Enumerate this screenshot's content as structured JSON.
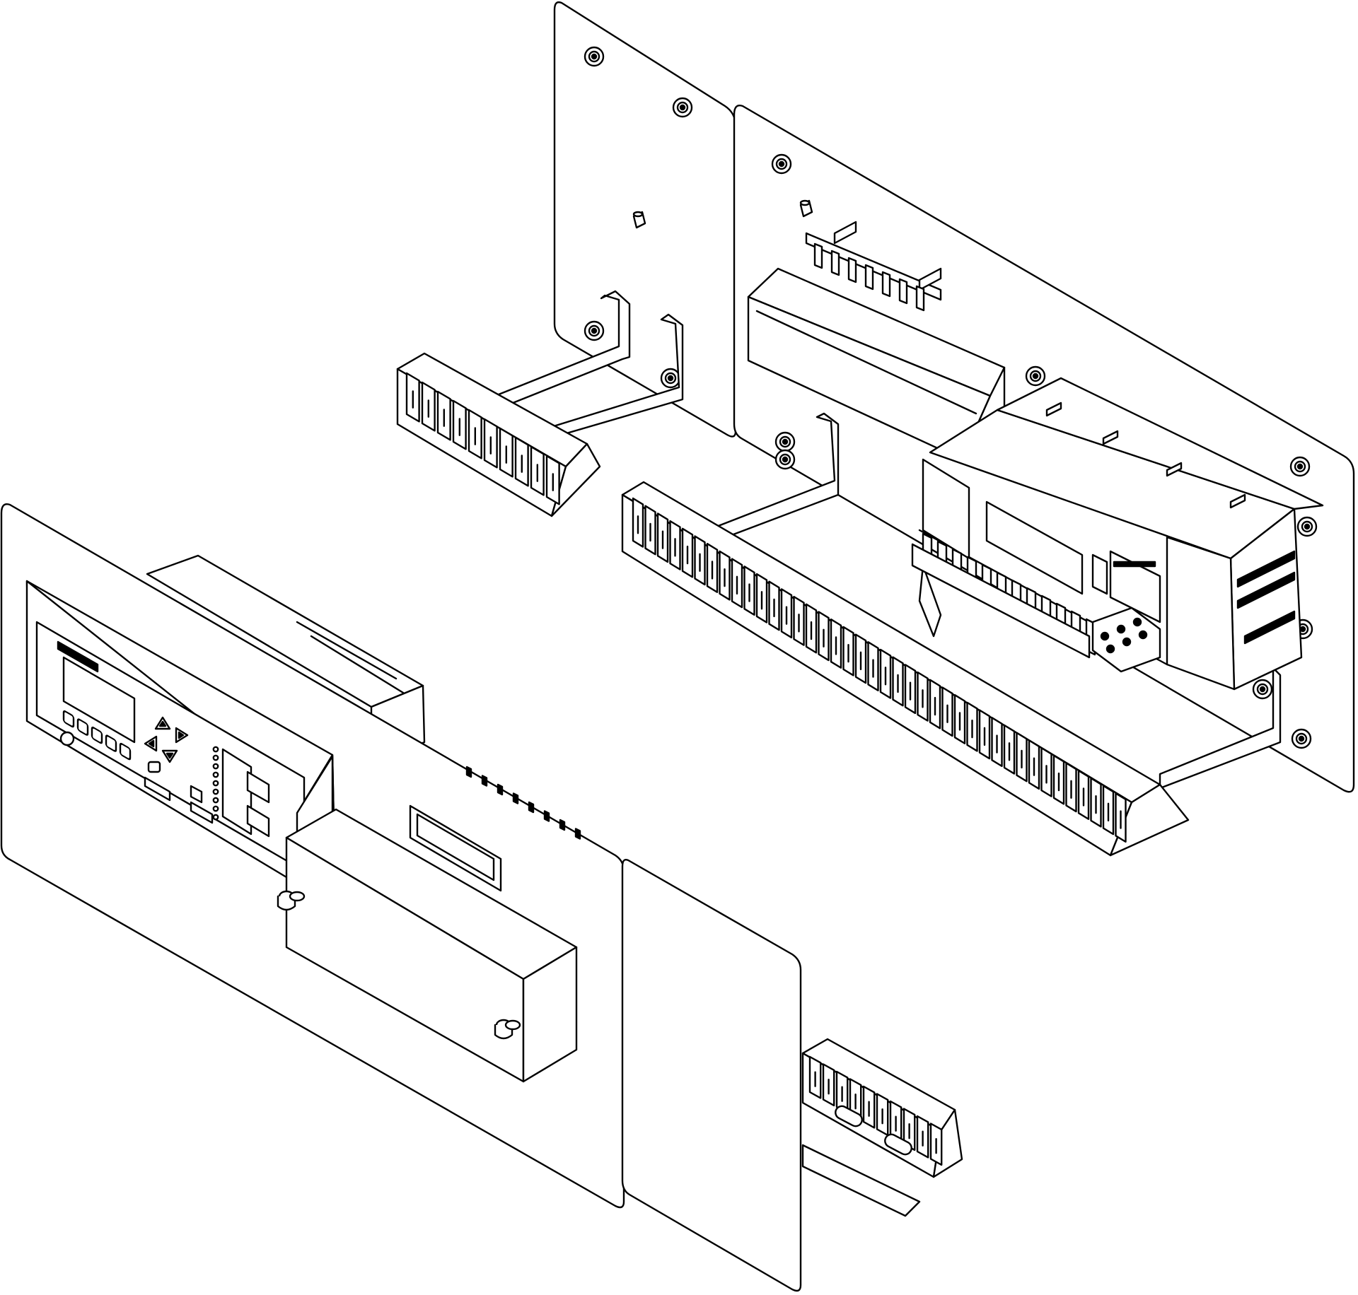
{
  "diagram": {
    "style": {
      "stroke": "#000000",
      "fill": "#ffffff",
      "background": "#ffffff"
    },
    "front_assembly": {
      "relay": {
        "screen_text": "",
        "nav_buttons": [
          "up-arrow",
          "right-arrow",
          "down-arrow",
          "left-arrow"
        ],
        "function_keys": 5,
        "side_buttons": 2
      }
    },
    "rear_assembly": {
      "long_terminal_block_poles": 40,
      "short_terminal_block_poles": 10,
      "bottom_terminal_block_poles": 10
    }
  }
}
